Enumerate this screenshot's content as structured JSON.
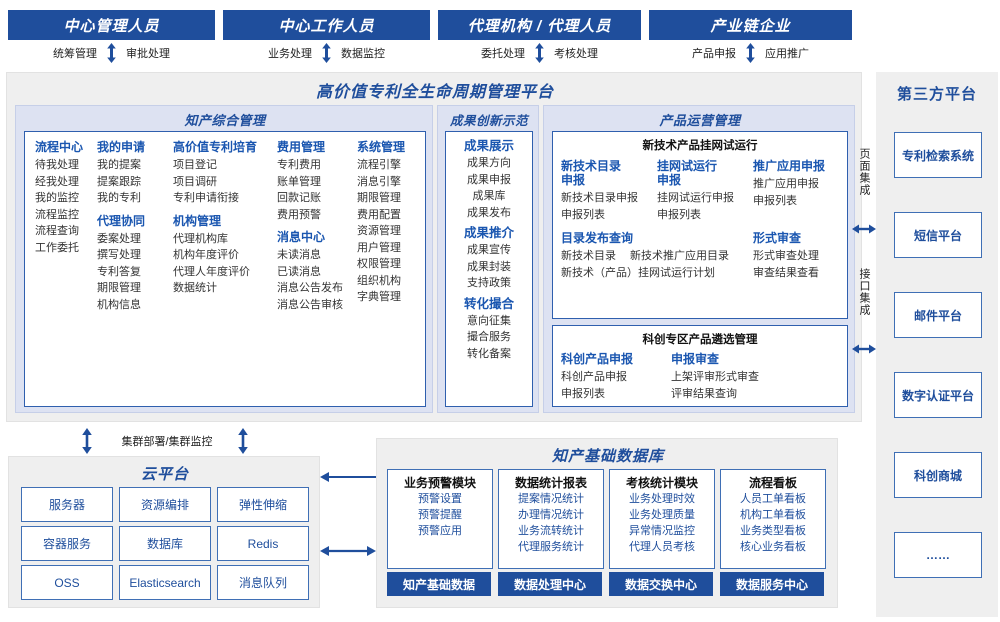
{
  "actors": [
    {
      "title": "中心管理人员",
      "left": "统筹管理",
      "right": "审批处理"
    },
    {
      "title": "中心工作人员",
      "left": "业务处理",
      "right": "数据监控"
    },
    {
      "title": "代理机构 / 代理人员",
      "left": "委托处理",
      "right": "考核处理"
    },
    {
      "title": "产业链企业",
      "left": "产品申报",
      "right": "应用推广"
    }
  ],
  "platform": {
    "title": "高价值专利全生命周期管理平台",
    "groups": {
      "ip_mgmt": {
        "title": "知产综合管理",
        "columns": [
          {
            "sections": [
              {
                "head": "流程中心",
                "leaves": [
                  "待我处理",
                  "经我处理",
                  "我的监控",
                  "流程监控",
                  "流程查询",
                  "工作委托"
                ]
              }
            ]
          },
          {
            "sections": [
              {
                "head": "我的申请",
                "leaves": [
                  "我的提案",
                  "提案跟踪",
                  "我的专利"
                ]
              },
              {
                "head": "代理协同",
                "leaves": [
                  "委案处理",
                  "撰写处理",
                  "专利答复",
                  "期限管理",
                  "机构信息"
                ]
              }
            ]
          },
          {
            "sections": [
              {
                "head": "高价值专利培育",
                "leaves": [
                  "项目登记",
                  "项目调研",
                  "专利申请衔接"
                ]
              },
              {
                "head": "机构管理",
                "leaves": [
                  "代理机构库",
                  "机构年度评价",
                  "代理人年度评价",
                  "数据统计"
                ]
              }
            ]
          },
          {
            "sections": [
              {
                "head": "费用管理",
                "leaves": [
                  "专利费用",
                  "账单管理",
                  "回款记账",
                  "费用预警"
                ]
              },
              {
                "head": "消息中心",
                "leaves": [
                  "未读消息",
                  "已读消息",
                  "消息公告发布",
                  "消息公告审核"
                ]
              }
            ]
          },
          {
            "sections": [
              {
                "head": "系统管理",
                "leaves": [
                  "流程引擎",
                  "消息引擎",
                  "期限管理",
                  "费用配置",
                  "资源管理",
                  "用户管理",
                  "权限管理",
                  "组织机构",
                  "字典管理"
                ]
              }
            ]
          }
        ]
      },
      "achievement": {
        "title": "成果创新示范",
        "sections": [
          {
            "head": "成果展示",
            "leaves": [
              "成果方向",
              "成果申报",
              "成果库",
              "成果发布"
            ]
          },
          {
            "head": "成果推介",
            "leaves": [
              "成果宣传",
              "成果封装",
              "支持政策"
            ]
          },
          {
            "head": "转化撮合",
            "leaves": [
              "意向征集",
              "撮合服务",
              "转化备案"
            ]
          }
        ]
      },
      "product_ops": {
        "title": "产品运营管理",
        "box1": {
          "title": "新技术产品挂网试运行",
          "row1": [
            {
              "head": "新技术目录申报",
              "leaves": [
                "新技术目录申报",
                "申报列表"
              ]
            },
            {
              "head": "挂网试运行申报",
              "leaves": [
                "挂网试运行申报",
                "申报列表"
              ]
            },
            {
              "head": "推广应用申报",
              "leaves": [
                "推广应用申报",
                "申报列表"
              ]
            }
          ],
          "row2_left": {
            "head": "目录发布查询",
            "leaves": [
              "新技术目录",
              "新技术推广应用目录",
              "新技术（产品）挂网试运行计划"
            ]
          },
          "row2_right": {
            "head": "形式审查",
            "leaves": [
              "形式审查处理",
              "审查结果查看"
            ]
          }
        },
        "box2": {
          "title": "科创专区产品遴选管理",
          "cols": [
            {
              "head": "科创产品申报",
              "leaves": [
                "科创产品申报",
                "申报列表"
              ]
            },
            {
              "head": "申报审查",
              "leaves": [
                "上架评审形式审查",
                "评审结果查询"
              ]
            }
          ]
        }
      }
    }
  },
  "integration": {
    "page_integration": "页面集成",
    "api_integration": "接口集成"
  },
  "third_party": {
    "title": "第三方平台",
    "items": [
      "专利检索系统",
      "短信平台",
      "邮件平台",
      "数字认证平台",
      "科创商城",
      "……"
    ]
  },
  "cloud": {
    "connector_label": "集群部署/集群监控",
    "title": "云平台",
    "cells": [
      "服务器",
      "资源编排",
      "弹性伸缩",
      "容器服务",
      "数据库",
      "Redis",
      "OSS",
      "Elasticsearch",
      "消息队列"
    ]
  },
  "database": {
    "title": "知产基础数据库",
    "cards": [
      {
        "head": "业务预警模块",
        "leaves": [
          "预警设置",
          "预警提醒",
          "预警应用"
        ],
        "foot": "知产基础数据"
      },
      {
        "head": "数据统计报表",
        "leaves": [
          "提案情况统计",
          "办理情况统计",
          "业务流转统计",
          "代理服务统计"
        ],
        "foot": "数据处理中心"
      },
      {
        "head": "考核统计模块",
        "leaves": [
          "业务处理时效",
          "业务处理质量",
          "异常情况监控",
          "代理人员考核"
        ],
        "foot": "数据交换中心"
      },
      {
        "head": "流程看板",
        "leaves": [
          "人员工单看板",
          "机构工单看板",
          "业务类型看板",
          "核心业务看板"
        ],
        "foot": "数据服务中心"
      }
    ]
  },
  "colors": {
    "brand_blue": "#1f4e9c",
    "head_blue": "#1a56b0",
    "panel_lavender": "#dde2f2",
    "shell_gray": "#efefef"
  }
}
